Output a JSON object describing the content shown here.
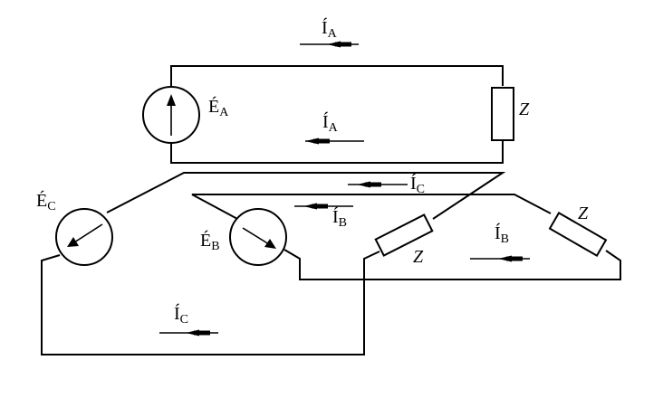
{
  "labels": {
    "ia_top": {
      "main": "Í",
      "sub": "A"
    },
    "ia_mid": {
      "main": "Í",
      "sub": "A"
    },
    "ea": {
      "main": "É",
      "sub": "A"
    },
    "ec": {
      "main": "É",
      "sub": "C"
    },
    "eb": {
      "main": "É",
      "sub": "B"
    },
    "ic_upper": {
      "main": "Í",
      "sub": "C"
    },
    "ib_mid": {
      "main": "Í",
      "sub": "B"
    },
    "ib_right": {
      "main": "Í",
      "sub": "B"
    },
    "ic_bottom": {
      "main": "Í",
      "sub": "C"
    },
    "z_a": "Z",
    "z_c": "Z",
    "z_b": "Z"
  }
}
